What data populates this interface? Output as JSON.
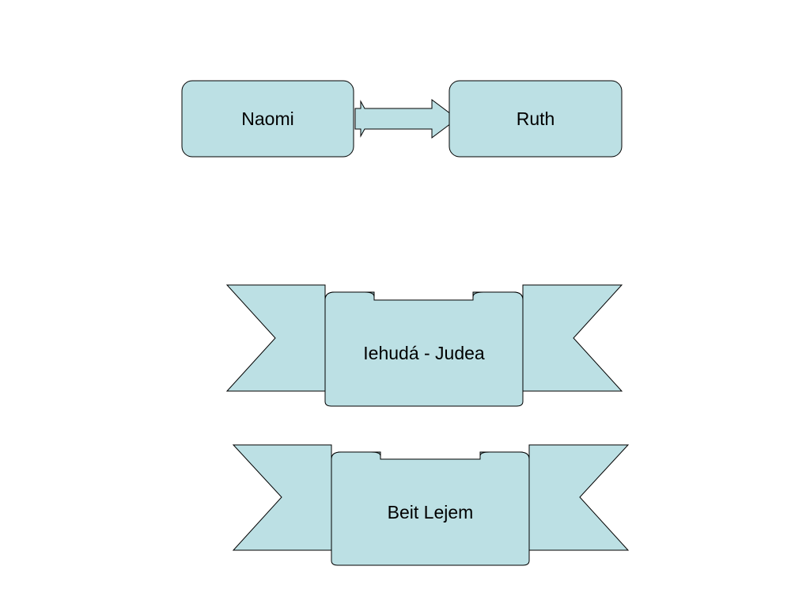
{
  "nodes": {
    "naomi": {
      "label": "Naomi"
    },
    "ruth": {
      "label": "Ruth"
    }
  },
  "banners": {
    "judea": {
      "label": "Iehudá - Judea"
    },
    "beit_lejem": {
      "label": "Beit Lejem"
    }
  },
  "colors": {
    "fill": "#bce0e4",
    "fold": "#93b6ba",
    "stroke": "#000000"
  }
}
